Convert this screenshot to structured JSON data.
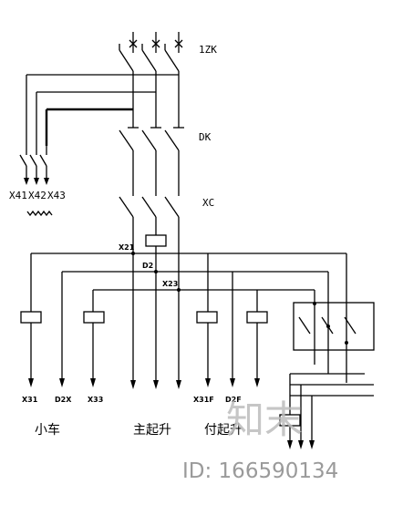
{
  "labels": {
    "main_switch": "1ZK",
    "contactor_dk": "DK",
    "contactor_xc": "XC",
    "out_x41": "X41",
    "out_x42": "X42",
    "out_x43": "X43",
    "bus_x21": "X21",
    "bus_d2": "D2",
    "bus_x23": "X23",
    "term_x31": "X31",
    "term_d2x": "D2X",
    "term_x33": "X33",
    "term_x31f": "X31F",
    "term_d2f": "D2F"
  },
  "group_names": {
    "trolley": "小车",
    "main_hoist": "主起升",
    "aux_hoist": "付起升"
  },
  "watermark": {
    "logo_text": "知末",
    "id_text": "ID: 166590134"
  }
}
